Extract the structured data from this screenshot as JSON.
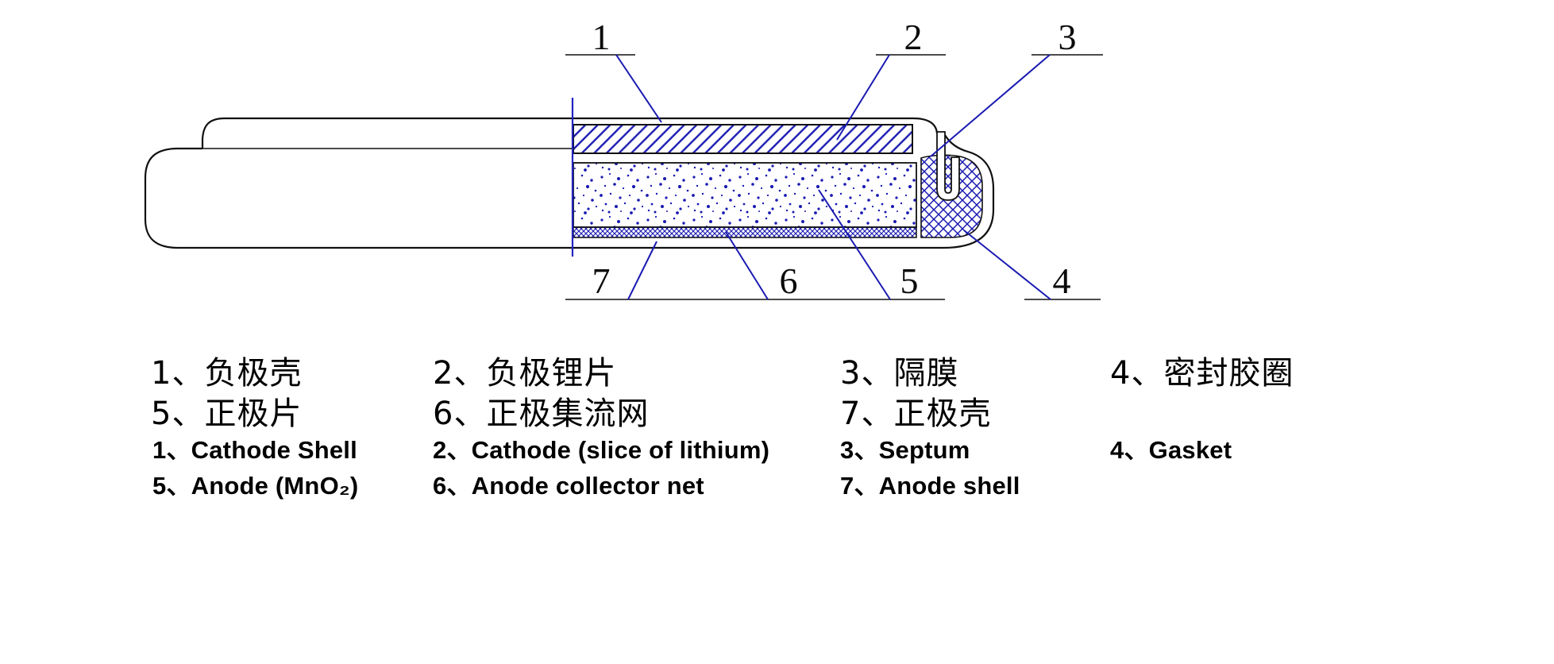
{
  "callouts": {
    "n1": "1",
    "n2": "2",
    "n3": "3",
    "n4": "4",
    "n5": "5",
    "n6": "6",
    "n7": "7"
  },
  "legend": {
    "zh_row1": [
      "1、负极壳",
      "2、负极锂片",
      "3、隔膜",
      "4、密封胶圈"
    ],
    "zh_row2": [
      "5、正极片",
      "6、正极集流网",
      "7、正极壳"
    ],
    "en_row1": [
      "1、Cathode Shell",
      "2、Cathode (slice of lithium)",
      "3、Septum",
      "4、Gasket"
    ],
    "en_row2": [
      "5、Anode (MnO₂)",
      "6、Anode collector net",
      "7、Anode shell"
    ]
  },
  "colors": {
    "outline": "#111111",
    "hatch_blue": "#1a1ab2",
    "section_blue": "#2323c0"
  }
}
